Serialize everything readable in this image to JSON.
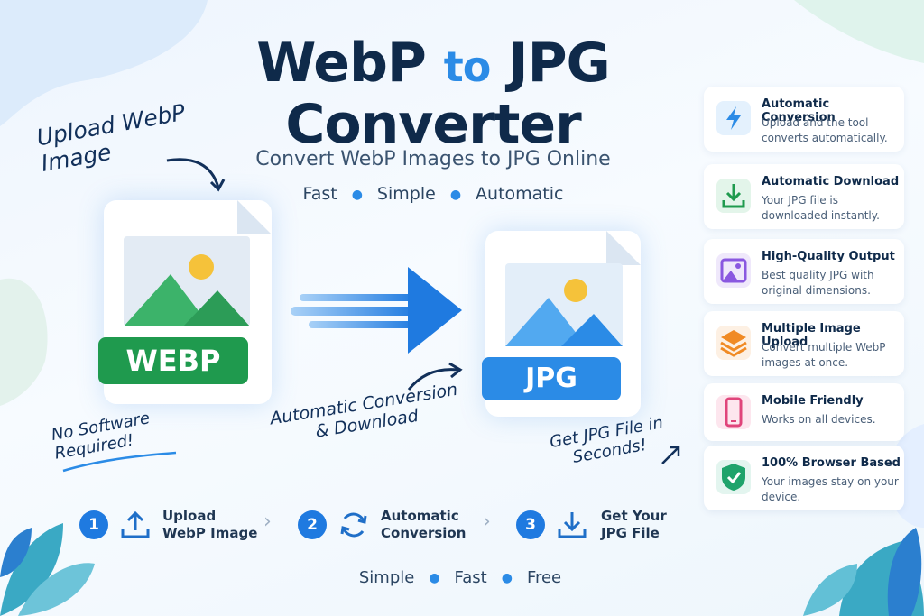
{
  "header": {
    "title_part1": "WebP ",
    "title_accent": "to",
    "title_part2": " JPG",
    "title_line2": "Converter",
    "subtitle": "Convert WebP Images to JPG Online",
    "tagline": [
      "Fast",
      "Simple",
      "Automatic"
    ]
  },
  "notes": {
    "upload": "Upload WebP Image",
    "no_software": "No Software Required!",
    "auto": "Automatic Conversion & Download",
    "seconds": "Get JPG File in Seconds!"
  },
  "source_file": {
    "label": "WEBP",
    "color": "#1f9a4e"
  },
  "target_file": {
    "label": "JPG",
    "color": "#2b8be6"
  },
  "features": [
    {
      "title": "Automatic Conversion",
      "desc": "Upload and the tool converts automatically.",
      "icon": "lightning-icon"
    },
    {
      "title": "Automatic Download",
      "desc": "Your JPG file is downloaded instantly.",
      "icon": "download-icon"
    },
    {
      "title": "High-Quality Output",
      "desc": "Best quality JPG with original dimensions.",
      "icon": "image-icon"
    },
    {
      "title": "Multiple Image Upload",
      "desc": "Convert multiple WebP images at once.",
      "icon": "layers-icon"
    },
    {
      "title": "Mobile Friendly",
      "desc": "Works on all devices.",
      "icon": "phone-icon"
    },
    {
      "title": "100% Browser Based",
      "desc": "Your images stay on your device.",
      "icon": "shield-check-icon"
    }
  ],
  "steps": [
    {
      "num": "1",
      "line1": "Upload",
      "line2": "WebP Image",
      "icon": "upload-icon"
    },
    {
      "num": "2",
      "line1": "Automatic",
      "line2": "Conversion",
      "icon": "refresh-icon"
    },
    {
      "num": "3",
      "line1": "Get Your",
      "line2": "JPG File",
      "icon": "download-icon"
    }
  ],
  "footer": [
    "Simple",
    "Fast",
    "Free"
  ],
  "colors": {
    "brand": "#0f2a4a",
    "accent": "#2b8be6",
    "green": "#1f9a4e"
  }
}
